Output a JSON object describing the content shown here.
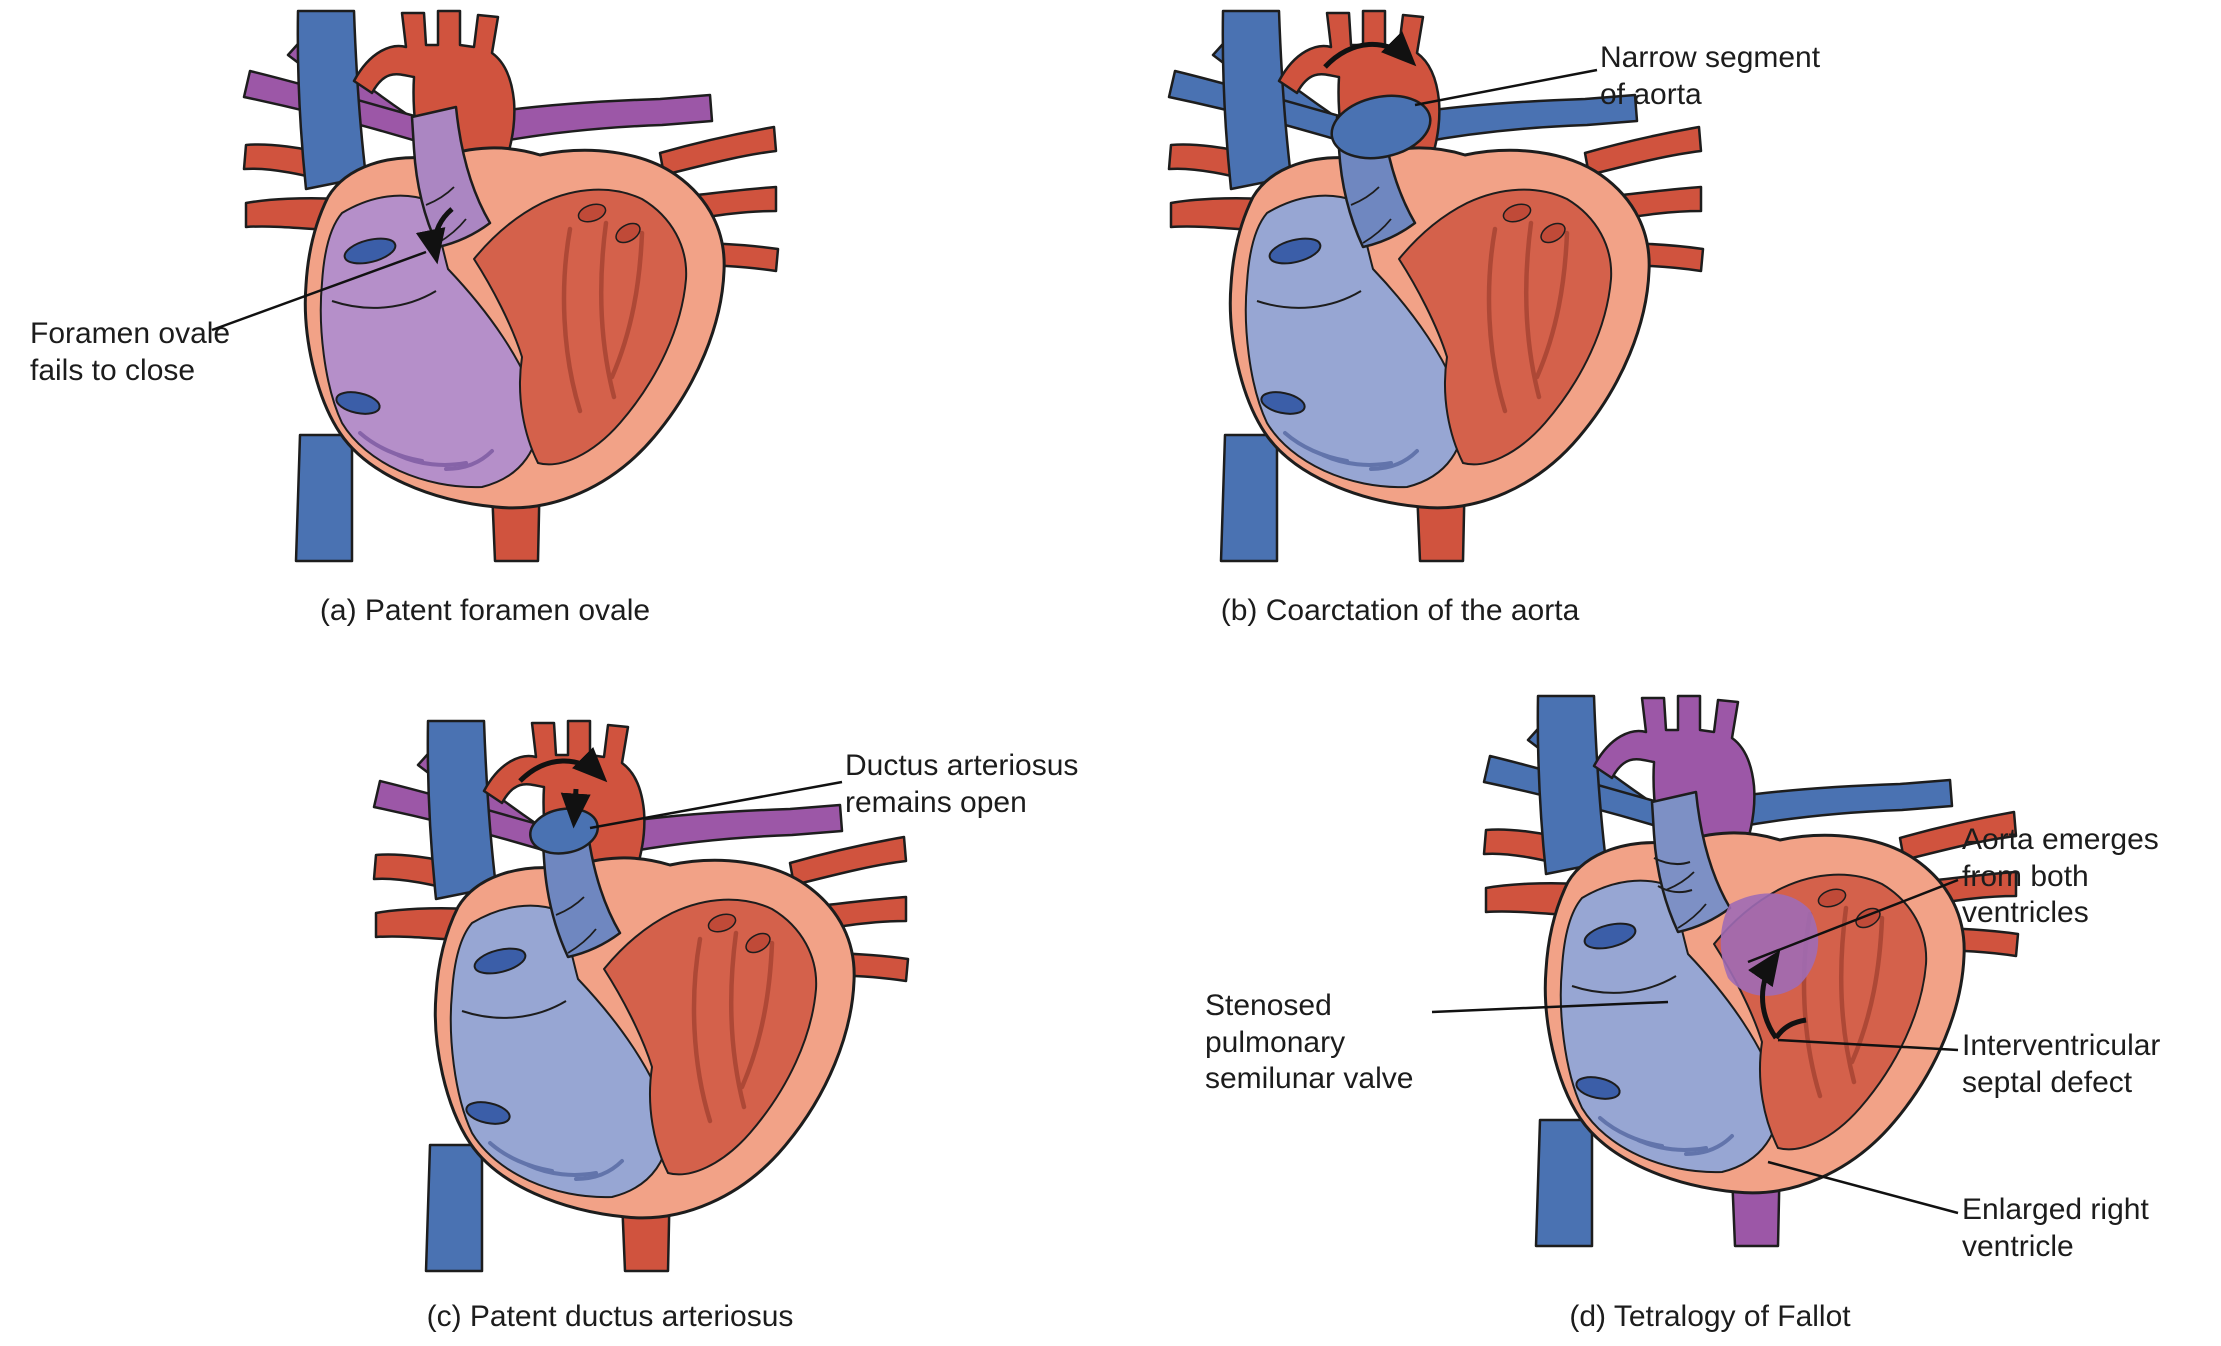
{
  "panels": {
    "a": {
      "caption": "(a) Patent foramen ovale",
      "label_foramen": "Foramen ovale\nfails to close"
    },
    "b": {
      "caption": "(b) Coarctation of the aorta",
      "label_narrow": "Narrow segment\nof aorta"
    },
    "c": {
      "caption": "(c) Patent ductus arteriosus",
      "label_ductus": "Ductus arteriosus\nremains open"
    },
    "d": {
      "caption": "(d) Tetralogy of Fallot",
      "label_stenosed": "Stenosed\npulmonary\nsemilunar valve",
      "label_aorta": "Aorta emerges\nfrom both\nventricles",
      "label_septal": "Interventricular\nseptal defect",
      "label_enlarged": "Enlarged right\nventricle"
    }
  },
  "colors": {
    "artery_red": "#d0533e",
    "vein_blue": "#4a72b2",
    "mixed_purple": "#9c57a7",
    "heart_wall_salmon": "#f2a287",
    "right_heart_blue": "#97a6d3",
    "right_heart_purple": "#b58fc9",
    "left_ventricle_red": "#d4614b",
    "background": "#ffffff"
  }
}
